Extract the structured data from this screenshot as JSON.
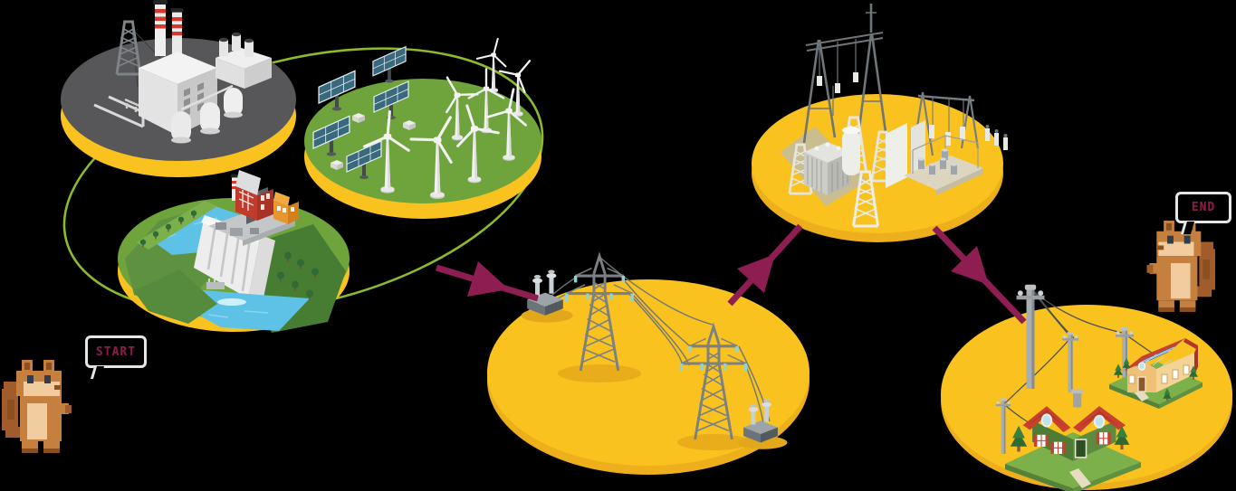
{
  "labels": {
    "start": "START",
    "end": "END"
  },
  "palette": {
    "background": "#000000",
    "platform_yellow": "#F9C21F",
    "platform_rim": "#EDB01C",
    "coal_platform_gray": "#57575A",
    "grass_green": "#6FA33C",
    "arrow_maroon": "#8E1D52",
    "generation_loop_green": "#8CBA2C",
    "water_blue": "#5EC2E6",
    "smokestack_red": "#D6392E",
    "label_maroon": "#8E1B4E",
    "bubble_border": "#E6E6E6",
    "solar_panel_blue": "#38697D",
    "house_green": "#4E7B35",
    "house_tan": "#EFC177",
    "roof_red": "#C8402E",
    "solar_roof_blue": "#3E77B5"
  },
  "diagram": {
    "type": "flow",
    "nodes": [
      {
        "id": "fossil-fuel-power-plant",
        "kind": "generation"
      },
      {
        "id": "solar-wind-farm",
        "kind": "generation"
      },
      {
        "id": "hydroelectric-dam",
        "kind": "generation"
      },
      {
        "id": "transmission-lines",
        "kind": "transmission"
      },
      {
        "id": "substation",
        "kind": "step-down"
      },
      {
        "id": "homes-distribution",
        "kind": "consumption"
      }
    ],
    "edges": [
      {
        "from": "generation-sources",
        "to": "transmission-lines"
      },
      {
        "from": "transmission-lines",
        "to": "substation"
      },
      {
        "from": "substation",
        "to": "homes-distribution"
      }
    ],
    "generation_loop": [
      "fossil-fuel-power-plant",
      "solar-wind-farm",
      "hydroelectric-dam"
    ],
    "route": [
      "start",
      "generation-sources",
      "transmission-lines",
      "substation",
      "homes-distribution",
      "end"
    ]
  }
}
